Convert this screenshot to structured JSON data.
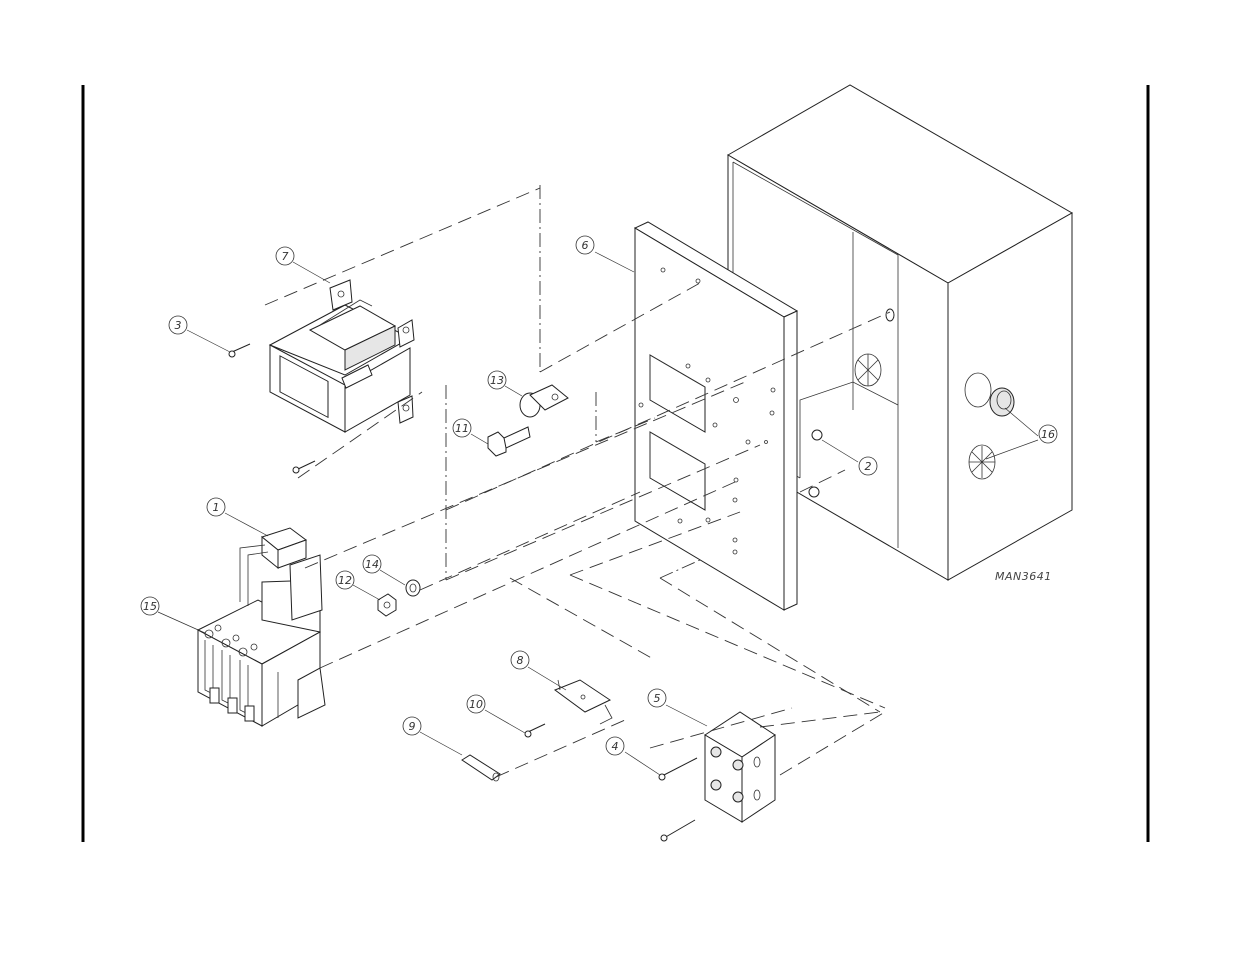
{
  "diagram": {
    "drawing_number": "MAN3641",
    "callouts": [
      {
        "id": "c1",
        "label": "1"
      },
      {
        "id": "c2",
        "label": "2"
      },
      {
        "id": "c3",
        "label": "3"
      },
      {
        "id": "c4",
        "label": "4"
      },
      {
        "id": "c5",
        "label": "5"
      },
      {
        "id": "c6",
        "label": "6"
      },
      {
        "id": "c7",
        "label": "7"
      },
      {
        "id": "c8",
        "label": "8"
      },
      {
        "id": "c9",
        "label": "9"
      },
      {
        "id": "c10",
        "label": "10"
      },
      {
        "id": "c11",
        "label": "11"
      },
      {
        "id": "c12",
        "label": "12"
      },
      {
        "id": "c13",
        "label": "13"
      },
      {
        "id": "c14",
        "label": "14"
      },
      {
        "id": "c15",
        "label": "15"
      },
      {
        "id": "c16",
        "label": "16"
      }
    ]
  }
}
